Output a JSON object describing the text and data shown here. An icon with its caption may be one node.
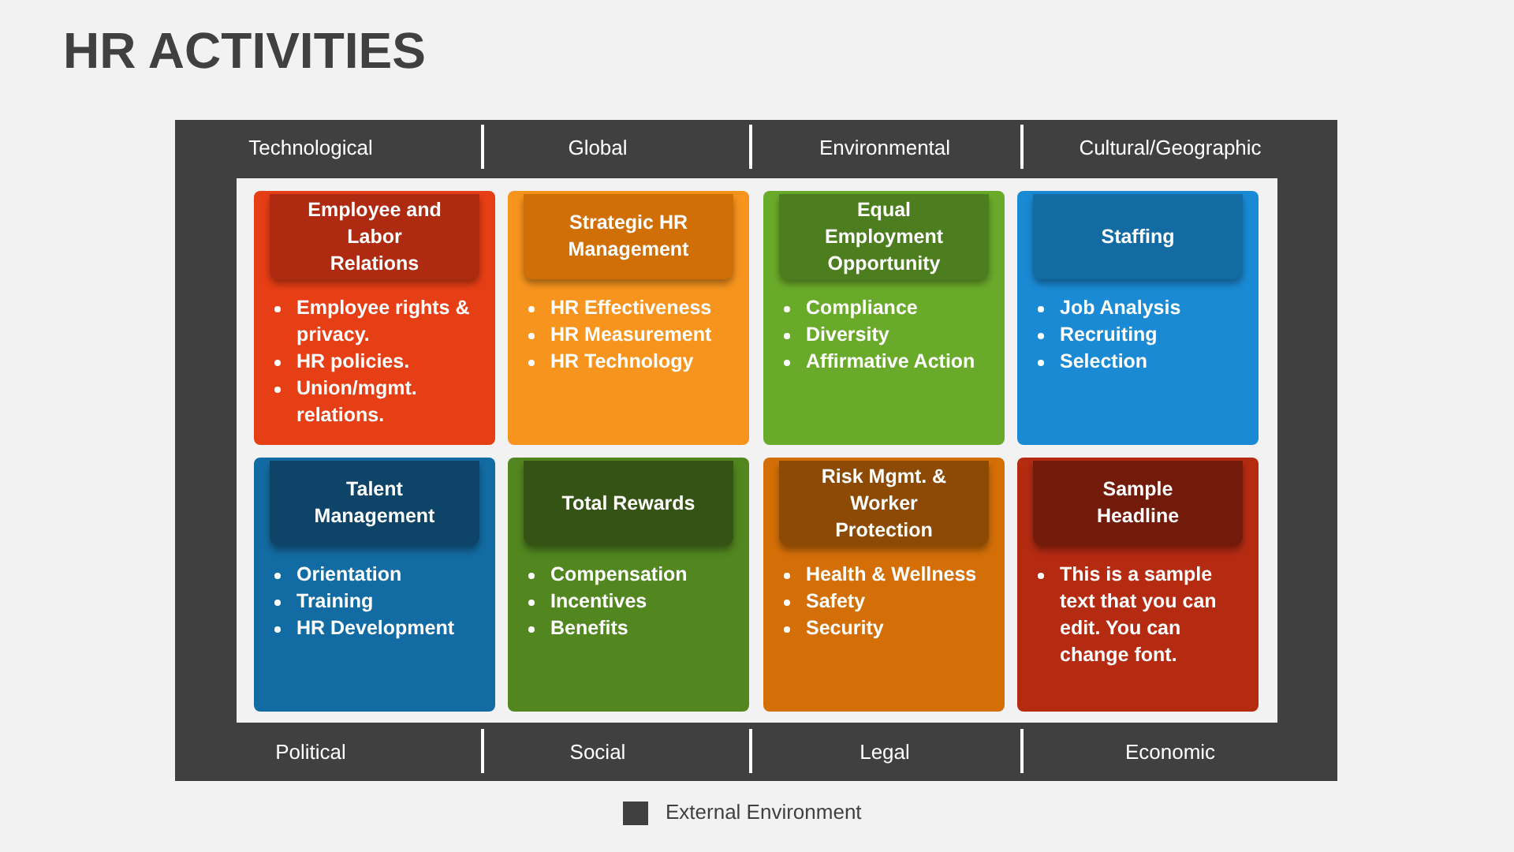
{
  "diagram": {
    "title": "HR ACTIVITIES",
    "nodes": [
      {
        "text": [
          "Employee and Labor Relations",
          "Employee rights & privacy.",
          "HR policies.",
          "Union/mgmt. relations."
        ]
      },
      {
        "text": [
          "Strategic HR Management",
          "HR Effectiveness",
          "HR Measurement",
          "HR Technology"
        ]
      },
      {
        "text": [
          "Equal Employment Opportunity",
          "Compliance",
          "Diversity",
          "Affirmative Action"
        ]
      },
      {
        "text": [
          "Staffing",
          "Job Analysis",
          "Recruiting",
          "Selection"
        ]
      },
      {
        "text": [
          "Talent Management",
          "Orientation",
          "Training",
          "HR Development"
        ]
      },
      {
        "text": [
          "Total Rewards",
          "Compensation",
          "Incentives",
          "Benefits"
        ]
      },
      {
        "text": [
          "Risk Mgmt. & Worker Protection",
          "Health & Wellness",
          "Safety",
          "Security"
        ]
      },
      {
        "text": [
          "Sample Headline",
          "This is a sample text that you can edit. You can change font."
        ]
      }
    ],
    "labels": [
      "Technological",
      "Global",
      "Environmental",
      "Cultural/Geographic",
      "Political",
      "Social",
      "Legal",
      "Economic"
    ],
    "legend": [
      {
        "text": "External Environment",
        "color": "#404040"
      }
    ]
  }
}
